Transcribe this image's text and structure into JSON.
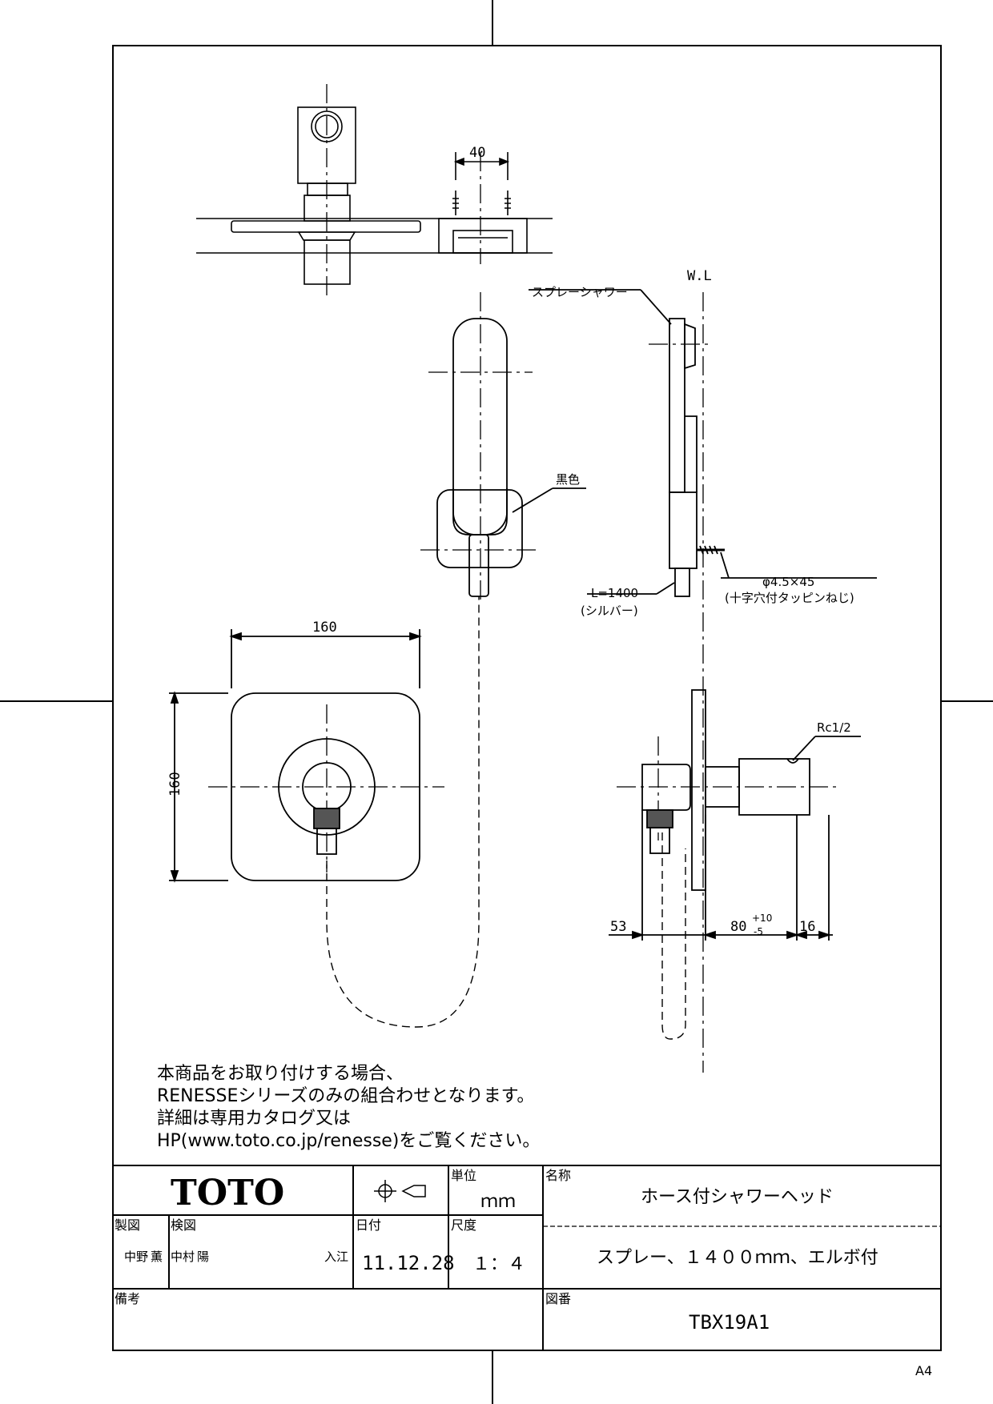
{
  "drawing": {
    "wl_label": "W.L",
    "spray_shower_label": "スプレーシャワー",
    "black_label": "黒色",
    "hose_length_label": "L=1400",
    "hose_color_label": "(シルバー)",
    "screw_size_label": "φ4.5×45",
    "screw_type_label": "(十字穴付タッピンねじ)",
    "thread_label": "Rc1/2",
    "dims": {
      "bracket_spacing": "40",
      "plate_width": "160",
      "plate_height": "160",
      "wall_offset": "53",
      "elbow_depth": "80",
      "elbow_tol_plus": "+10",
      "elbow_tol_minus": "-5",
      "thread_len": "16"
    }
  },
  "note": {
    "line1": "本商品をお取り付けする場合、",
    "line2": "RENESSEシリーズのみの組合わせとなります。",
    "line3": "詳細は専用カタログ又は",
    "line4": "HP(www.toto.co.jp/renesse)をご覧ください。"
  },
  "title_block": {
    "logo": "TOTO",
    "unit_label": "単位",
    "unit_value": "ｍｍ",
    "name_label": "名称",
    "name_value": "ホース付シャワーヘッド",
    "spec_value": "スプレー、１４００ｍｍ、エルボ付",
    "drawn_label": "製図",
    "drawn_by_1": "中野",
    "drawn_by_2": "薫",
    "checked_label": "検図",
    "checked_by_1": "中村",
    "checked_by_2": "陽",
    "approved_by": "入江",
    "date_label": "日付",
    "date_value": "11.12.28",
    "scale_label": "尺度",
    "scale_value": "１：４",
    "remarks_label": "備考",
    "drawing_no_label": "図番",
    "drawing_no_value": "TBX19A1",
    "sheet_size": "A4"
  }
}
